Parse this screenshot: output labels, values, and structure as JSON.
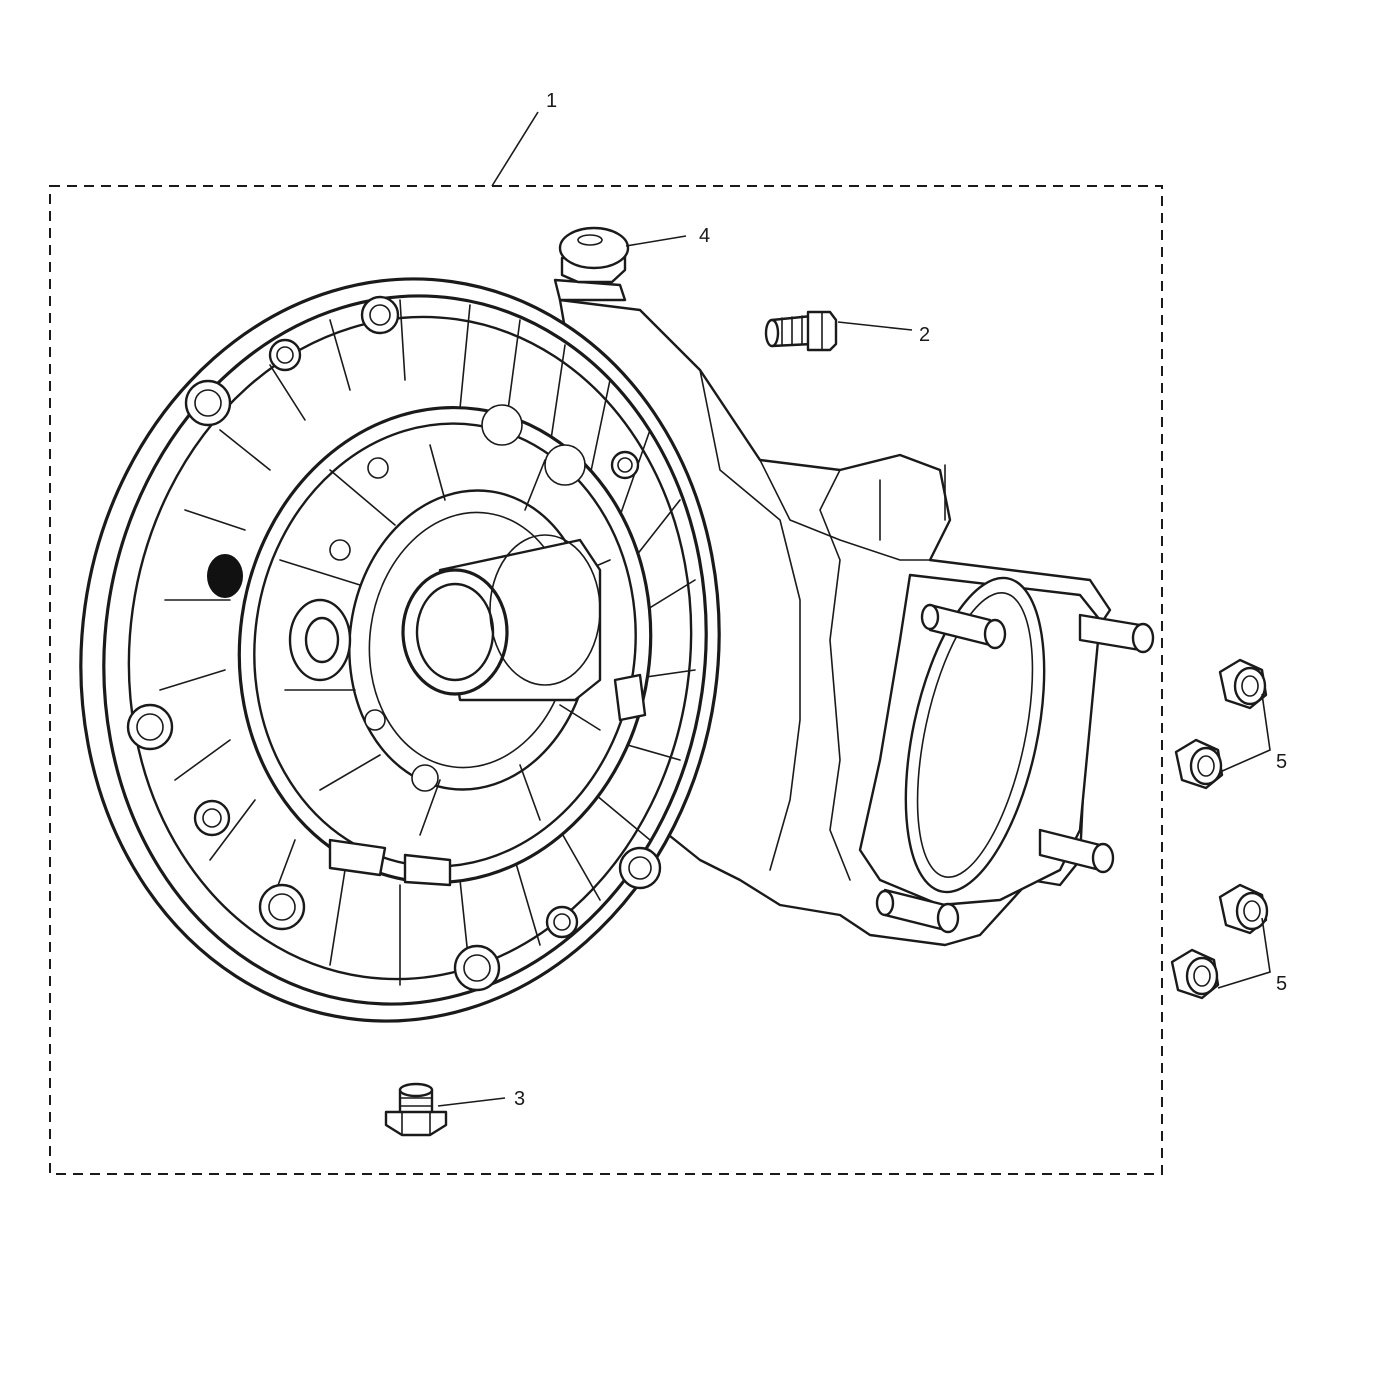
{
  "callouts": [
    {
      "id": "1",
      "label": "1",
      "part": "assembly-boundary"
    },
    {
      "id": "2",
      "label": "2",
      "part": "bolt"
    },
    {
      "id": "3",
      "label": "3",
      "part": "drain-plug"
    },
    {
      "id": "4",
      "label": "4",
      "part": "breather-cap"
    },
    {
      "id": "5a",
      "label": "5",
      "part": "flange-nuts-upper-pair"
    },
    {
      "id": "5b",
      "label": "5",
      "part": "flange-nuts-lower-pair"
    }
  ],
  "colors": {
    "line": "#1a1a1a",
    "background": "#ffffff",
    "dark-spot": "#111111"
  }
}
